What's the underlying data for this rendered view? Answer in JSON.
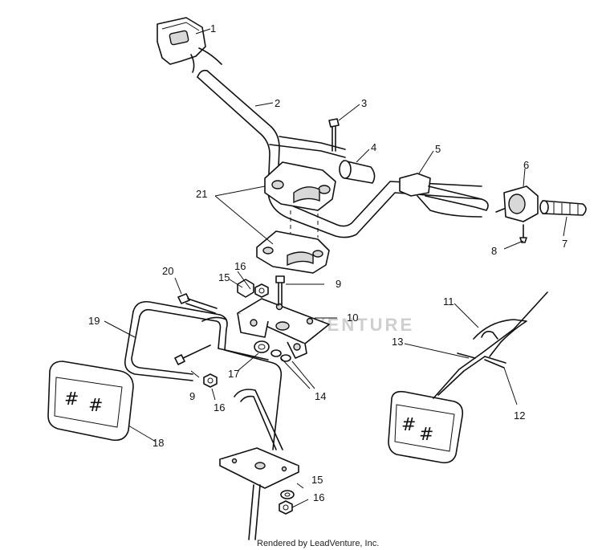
{
  "callouts": [
    "1",
    "2",
    "3",
    "4",
    "5",
    "6",
    "7",
    "8",
    "9",
    "10",
    "11",
    "12",
    "13",
    "14",
    "15",
    "16",
    "17",
    "18",
    "19",
    "20",
    "21"
  ],
  "footer": "Rendered by LeadVenture, Inc.",
  "watermark": "VENTURE"
}
